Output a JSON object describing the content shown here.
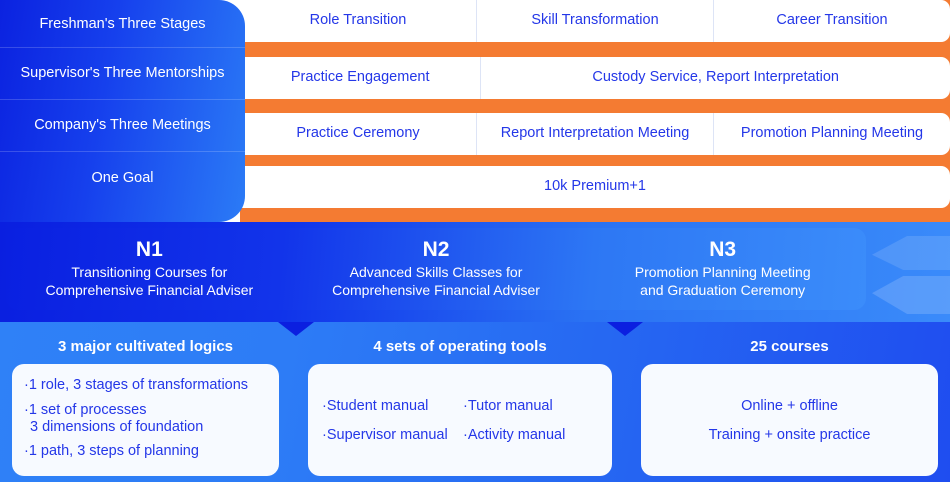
{
  "matrix": {
    "left_labels": [
      "Freshman's Three Stages",
      "Supervisor's Three Mentorships",
      "Company's Three Meetings",
      "One Goal"
    ],
    "rows": [
      {
        "cells": [
          "Role Transition",
          "Skill Transformation",
          "Career Transition"
        ]
      },
      {
        "cells": [
          "Practice Engagement",
          "Custody Service, Report Interpretation"
        ]
      },
      {
        "cells": [
          "Practice Ceremony",
          "Report Interpretation Meeting",
          "Promotion Planning Meeting"
        ]
      },
      {
        "cells": [
          "10k Premium+1"
        ]
      }
    ]
  },
  "banner": {
    "items": [
      {
        "title": "N1",
        "subtitle": "Transitioning Courses for\nComprehensive Financial Adviser"
      },
      {
        "title": "N2",
        "subtitle": "Advanced Skills Classes for\nComprehensive Financial Adviser"
      },
      {
        "title": "N3",
        "subtitle": "Promotion Planning Meeting\nand Graduation Ceremony"
      }
    ]
  },
  "bottom": {
    "panels": [
      {
        "heading": "3 major cultivated logics",
        "items": [
          "·1 role, 3 stages of transformations",
          "·1 set of processes",
          "3 dimensions of foundation",
          "·1 path, 3 steps of planning"
        ]
      },
      {
        "heading": "4 sets of operating tools",
        "items": [
          "·Student manual",
          "·Tutor manual",
          "·Supervisor manual",
          "·Activity manual"
        ]
      },
      {
        "heading": "25 courses",
        "items": [
          "Online + offline",
          "Training + onsite practice"
        ]
      }
    ]
  },
  "colors": {
    "accent_orange": "#f47b32",
    "brand_blue": "#2437e8",
    "deep_blue": "#0b22e0",
    "light_blue": "#3a8bfa",
    "card_bg": "#f7faff"
  }
}
